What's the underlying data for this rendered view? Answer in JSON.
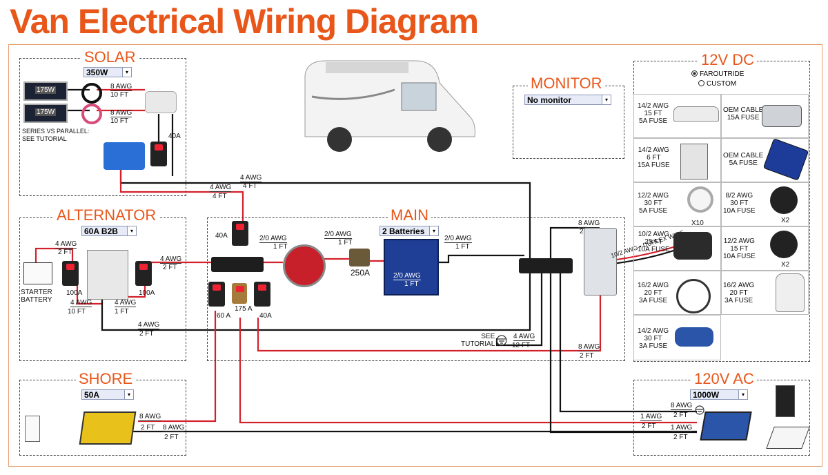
{
  "title": "Van Electrical Wiring Diagram",
  "sections": {
    "solar": {
      "title": "SOLAR",
      "select": "350W",
      "panels": [
        "175W",
        "175W"
      ],
      "wire1": {
        "awg": "8 AWG",
        "ft": "10 FT"
      },
      "wire2": {
        "awg": "8 AWG",
        "ft": "10 FT"
      },
      "note": "SERIES VS PARALLEL:\nSEE TUTORIAL",
      "fuse": "40A"
    },
    "monitor": {
      "title": "MONITOR",
      "select": "No monitor"
    },
    "alternator": {
      "title": "ALTERNATOR",
      "select": "60A B2B",
      "wire_top": {
        "awg": "4 AWG",
        "ft": "2 FT"
      },
      "wire_out": {
        "awg": "4 AWG",
        "ft": "2 FT"
      },
      "wire_b1": {
        "awg": "4 AWG",
        "ft": "10 FT"
      },
      "wire_b2": {
        "awg": "4 AWG",
        "ft": "1 FT"
      },
      "fuse1": "100A",
      "fuse2": "100A",
      "starter": "STARTER\nBATTERY",
      "ground": {
        "awg": "4 AWG",
        "ft": "2 FT"
      }
    },
    "main": {
      "title": "MAIN",
      "select": "2 Batteries",
      "fuse_top": "40A",
      "wire_sw": {
        "awg": "2/0 AWG",
        "ft": "1 FT"
      },
      "wire_fuse": {
        "awg": "2/0 AWG",
        "ft": "1 FT"
      },
      "wire_bat": {
        "awg": "2/0 AWG",
        "ft": "1 FT"
      },
      "wire_inner": {
        "awg": "2/0 AWG",
        "ft": "1 FT"
      },
      "class_t": "250A",
      "fuses_bottom": [
        "60 A",
        "175 A",
        "40A"
      ],
      "ground_note": "SEE\nTUTORIAL",
      "wire_gnd": {
        "awg": "4 AWG",
        "ft": "12 FT"
      }
    },
    "top_wires": {
      "a": {
        "awg": "4 AWG",
        "ft": "4 FT"
      },
      "b": {
        "awg": "4 AWG",
        "ft": "4 FT"
      }
    },
    "fusebox": {
      "wire_in": {
        "awg": "8 AWG",
        "ft": "2 FT"
      },
      "wire_out": {
        "awg": "8 AWG",
        "ft": "2 FT"
      },
      "duplex": "10/2 AWG • DUPLEX WIRE"
    },
    "dc": {
      "title": "12V DC",
      "options": [
        "FAROUTRIDE",
        "CUSTOM"
      ],
      "items": [
        [
          "14/2 AWG",
          "15 FT",
          "5A FUSE"
        ],
        [
          "OEM CABLE",
          "15A FUSE",
          ""
        ],
        [
          "14/2 AWG",
          "6 FT",
          "15A FUSE"
        ],
        [
          "OEM CABLE",
          "5A FUSE",
          ""
        ],
        [
          "12/2 AWG",
          "30 FT",
          "5A FUSE"
        ],
        [
          "8/2 AWG",
          "30 FT",
          "10A FUSE"
        ],
        [
          "10/2 AWG",
          "25 FT",
          "10A FUSE"
        ],
        [
          "12/2 AWG",
          "15 FT",
          "10A FUSE"
        ],
        [
          "16/2 AWG",
          "20 FT",
          "3A FUSE"
        ],
        [
          "16/2 AWG",
          "20 FT",
          "3A FUSE"
        ],
        [
          "14/2 AWG",
          "30 FT",
          "3A FUSE"
        ]
      ],
      "qty": [
        "X10",
        "X2",
        "X2"
      ]
    },
    "shore": {
      "title": "SHORE",
      "select": "50A",
      "wire1": {
        "awg": "8 AWG",
        "ft": "2 FT"
      },
      "wire2": {
        "awg": "8 AWG",
        "ft": "2 FT"
      }
    },
    "ac": {
      "title": "120V AC",
      "select": "1000W",
      "wire_in": {
        "awg": "8 AWG",
        "ft": "2 FT"
      },
      "wire_1": {
        "awg": "1 AWG",
        "ft": "2 FT"
      },
      "wire_2": {
        "awg": "1 AWG",
        "ft": "2 FT"
      }
    }
  },
  "colors": {
    "accent": "#e8561a",
    "pos": "#d4202a",
    "neg": "#111111"
  }
}
